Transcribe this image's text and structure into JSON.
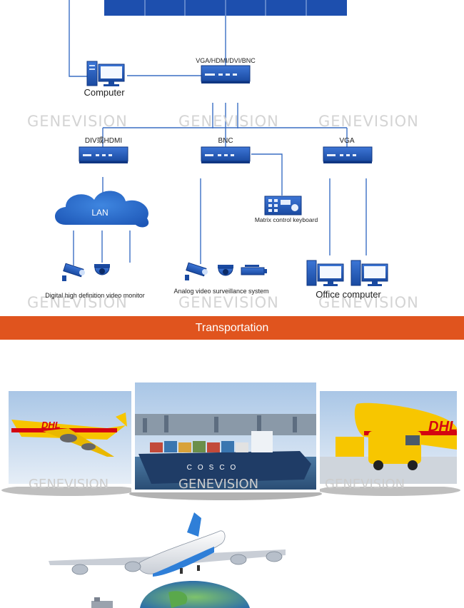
{
  "diagram": {
    "top_switch_label": "VGA/HDMI/DVI/BNC",
    "computer_label": "Computer",
    "nodes": {
      "dvi_hdmi": "DIV或HDMI",
      "bnc": "BNC",
      "vga": "VGA"
    },
    "lan_label": "LAN",
    "keyboard_label": "Matrix control keyboard",
    "digital_label": "Digital high definition video monitor",
    "analog_label": "Analog video surveillance system",
    "office_label": "Office computer"
  },
  "watermark": "GENEVISION",
  "banner": {
    "title": "Transportation"
  },
  "photos": {
    "plane": {
      "logo": "DHL"
    },
    "ship": {
      "logo": "COSCO"
    },
    "van": {
      "logo": "DHL"
    }
  },
  "colors": {
    "device_blue": "#1c4fa8",
    "line_blue": "#3a6fc4",
    "banner_orange": "#e0541e",
    "dhl_yellow": "#f7c600",
    "dhl_red": "#d40511"
  }
}
